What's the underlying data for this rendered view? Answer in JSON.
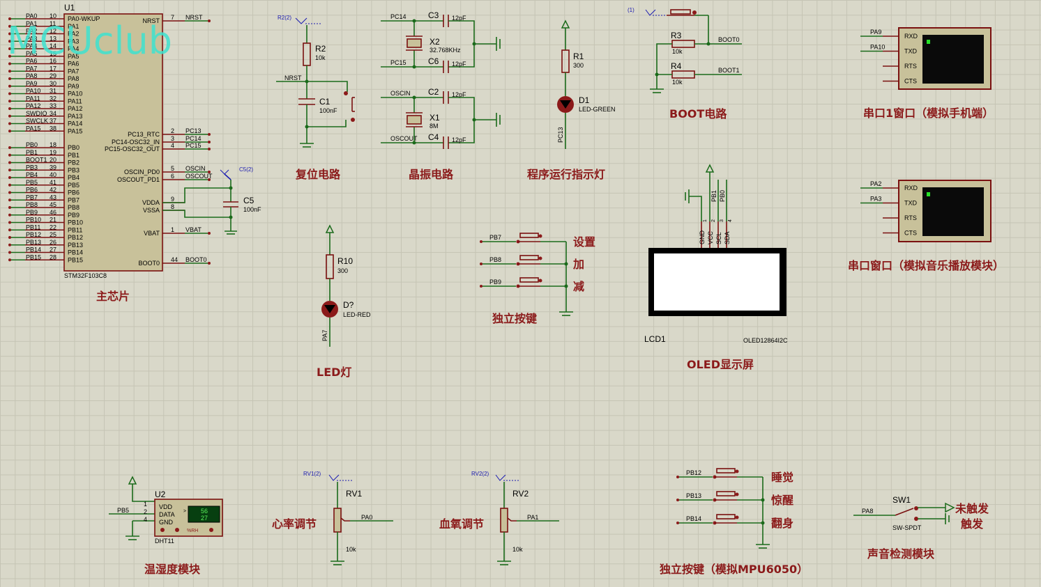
{
  "watermark": "MCUclub",
  "mcu": {
    "ref": "U1",
    "part": "STM32F103C8",
    "left_pins": [
      {
        "net": "PA0",
        "num": "10",
        "pin": "PA0-WKUP"
      },
      {
        "net": "PA1",
        "num": "11",
        "pin": "PA1"
      },
      {
        "net": "PA2",
        "num": "12",
        "pin": "PA2"
      },
      {
        "net": "PA3",
        "num": "13",
        "pin": "PA3"
      },
      {
        "net": "PA4",
        "num": "14",
        "pin": "PA4"
      },
      {
        "net": "PA5",
        "num": "15",
        "pin": "PA5"
      },
      {
        "net": "PA6",
        "num": "16",
        "pin": "PA6"
      },
      {
        "net": "PA7",
        "num": "17",
        "pin": "PA7"
      },
      {
        "net": "PA8",
        "num": "29",
        "pin": "PA8"
      },
      {
        "net": "PA9",
        "num": "30",
        "pin": "PA9"
      },
      {
        "net": "PA10",
        "num": "31",
        "pin": "PA10"
      },
      {
        "net": "PA11",
        "num": "32",
        "pin": "PA11"
      },
      {
        "net": "PA12",
        "num": "33",
        "pin": "PA12"
      },
      {
        "net": "SWDIO",
        "num": "34",
        "pin": "PA13"
      },
      {
        "net": "SWCLK",
        "num": "37",
        "pin": "PA14"
      },
      {
        "net": "PA15",
        "num": "38",
        "pin": "PA15"
      },
      {
        "net": "PB0",
        "num": "18",
        "pin": "PB0"
      },
      {
        "net": "PB1",
        "num": "19",
        "pin": "PB1"
      },
      {
        "net": "BOOT1",
        "num": "20",
        "pin": "PB2"
      },
      {
        "net": "PB3",
        "num": "39",
        "pin": "PB3"
      },
      {
        "net": "PB4",
        "num": "40",
        "pin": "PB4"
      },
      {
        "net": "PB5",
        "num": "41",
        "pin": "PB5"
      },
      {
        "net": "PB6",
        "num": "42",
        "pin": "PB6"
      },
      {
        "net": "PB7",
        "num": "43",
        "pin": "PB7"
      },
      {
        "net": "PB8",
        "num": "45",
        "pin": "PB8"
      },
      {
        "net": "PB9",
        "num": "46",
        "pin": "PB9"
      },
      {
        "net": "PB10",
        "num": "21",
        "pin": "PB10"
      },
      {
        "net": "PB11",
        "num": "22",
        "pin": "PB11"
      },
      {
        "net": "PB12",
        "num": "25",
        "pin": "PB12"
      },
      {
        "net": "PB13",
        "num": "26",
        "pin": "PB13"
      },
      {
        "net": "PB14",
        "num": "27",
        "pin": "PB14"
      },
      {
        "net": "PB15",
        "num": "28",
        "pin": "PB15"
      }
    ],
    "right_pins": [
      {
        "pin": "NRST",
        "num": "7",
        "net": "NRST"
      },
      {
        "pin": "PC13_RTC",
        "num": "2",
        "net": "PC13"
      },
      {
        "pin": "PC14-OSC32_IN",
        "num": "3",
        "net": "PC14"
      },
      {
        "pin": "PC15-OSC32_OUT",
        "num": "4",
        "net": "PC15"
      },
      {
        "pin": "OSCIN_PD0",
        "num": "5",
        "net": "OSCIN"
      },
      {
        "pin": "OSCOUT_PD1",
        "num": "6",
        "net": "OSCOUT"
      },
      {
        "pin": "VDDA",
        "num": "9",
        "net": ""
      },
      {
        "pin": "VSSA",
        "num": "8",
        "net": ""
      },
      {
        "pin": "VBAT",
        "num": "1",
        "net": "VBAT"
      },
      {
        "pin": "BOOT0",
        "num": "44",
        "net": "BOOT0"
      }
    ],
    "caption": "主芯片"
  },
  "c5": {
    "ref": "C5",
    "value": "100nF",
    "probe": "C5(2)"
  },
  "reset": {
    "probe": "R2(2)",
    "r_ref": "R2",
    "r_val": "10k",
    "net": "NRST",
    "c_ref": "C1",
    "c_val": "100nF",
    "caption": "复位电路"
  },
  "crystal": {
    "nets": [
      "PC14",
      "PC15",
      "OSCIN",
      "OSCOUT"
    ],
    "c3": "C3",
    "c6": "C6",
    "c2": "C2",
    "c4": "C4",
    "cval": "12pF",
    "x2": "X2",
    "x2val": "32.768KHz",
    "x1": "X1",
    "x1val": "8M",
    "caption": "晶振电路"
  },
  "runled": {
    "r_ref": "R1",
    "r_val": "300",
    "d_ref": "D1",
    "d_val": "LED-GREEN",
    "net": "PC13",
    "caption": "程序运行指示灯"
  },
  "boot": {
    "probe": "(1)",
    "r3": "R3",
    "r3val": "10k",
    "r4": "R4",
    "r4val": "10k",
    "net0": "BOOT0",
    "net1": "BOOT1",
    "caption": "BOOT电路"
  },
  "uart1": {
    "pins": [
      "RXD",
      "TXD",
      "RTS",
      "CTS"
    ],
    "nets": [
      "PA9",
      "PA10"
    ],
    "caption": "串口1窗口（模拟手机端）"
  },
  "uart2": {
    "pins": [
      "RXD",
      "TXD",
      "RTS",
      "CTS"
    ],
    "nets": [
      "PA2",
      "PA3"
    ],
    "caption": "串口窗口（模拟音乐播放模块）"
  },
  "led": {
    "r_ref": "R10",
    "r_val": "300",
    "d_ref": "D?",
    "d_val": "LED-RED",
    "net": "PA7",
    "caption": "LED灯"
  },
  "keys": {
    "nets": [
      "PB7",
      "PB8",
      "PB9"
    ],
    "labels": [
      "设置",
      "加",
      "减"
    ],
    "caption": "独立按键"
  },
  "oled": {
    "top_nets": [
      "PB1",
      "PB0"
    ],
    "pins": [
      "GND",
      "VCC",
      "SCL",
      "SDA"
    ],
    "pin_nums": [
      "1",
      "2",
      "3",
      "4"
    ],
    "ref": "LCD1",
    "part": "OLED12864I2C",
    "caption": "OLED显示屏"
  },
  "dht": {
    "ref": "U2",
    "part": "DHT11",
    "pins": [
      "VDD",
      "DATA",
      "GND"
    ],
    "pin_nums": [
      "1",
      "2",
      "4"
    ],
    "net": "PB5",
    "hum": "56",
    "temp": "27",
    "unit": "%RH",
    "caption": "温湿度模块"
  },
  "rv1": {
    "probe": "RV1(2)",
    "ref": "RV1",
    "val": "10k",
    "net": "PA0",
    "label": "心率调节"
  },
  "rv2": {
    "probe": "RV2(2)",
    "ref": "RV2",
    "val": "10k",
    "net": "PA1",
    "label": "血氧调节"
  },
  "mpu": {
    "nets": [
      "PB12",
      "PB13",
      "PB14"
    ],
    "labels": [
      "睡觉",
      "惊醒",
      "翻身"
    ],
    "caption": "独立按键（模拟MPU6050）"
  },
  "sound": {
    "ref": "SW1",
    "part": "SW-SPDT",
    "net": "PA8",
    "opt1": "未触发",
    "opt2": "触发",
    "caption": "声音检测模块"
  }
}
